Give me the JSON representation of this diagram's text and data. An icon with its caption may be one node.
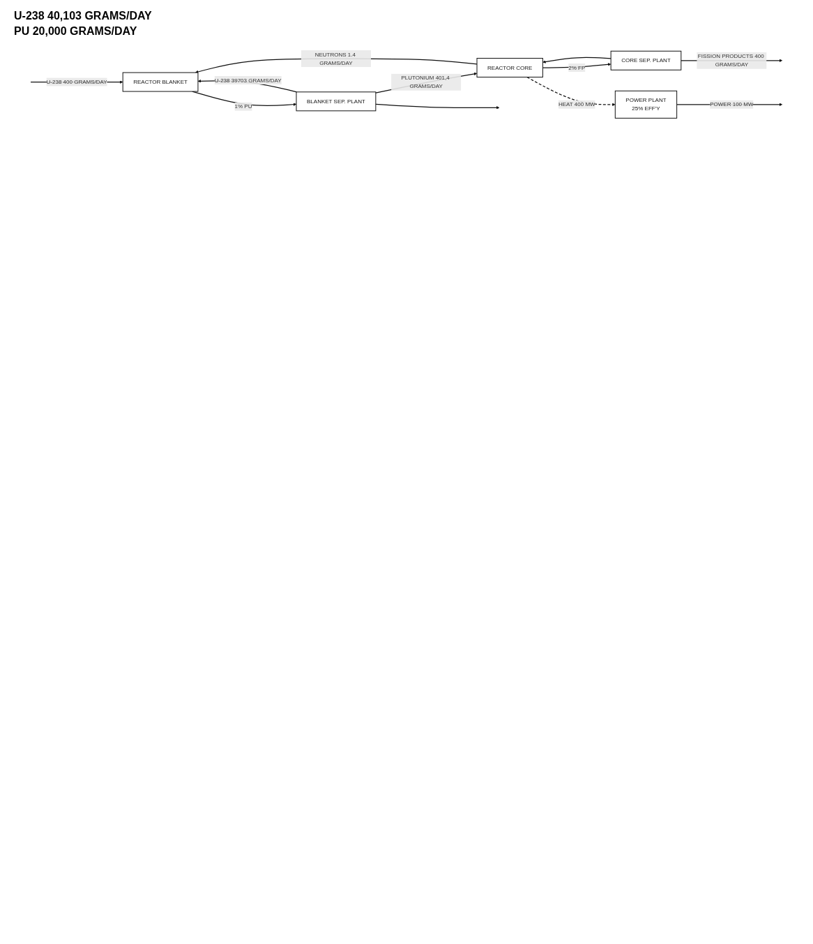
{
  "diagram": {
    "nodes": [
      {
        "text": [
          "REACTOR BLANKET"
        ]
      },
      {
        "text": [
          "BLANKET SEP. PLANT"
        ]
      },
      {
        "text": [
          "REACTOR CORE"
        ]
      },
      {
        "text": [
          "CORE SEP. PLANT"
        ]
      },
      {
        "text": [
          "POWER PLANT",
          "25% EFF'Y"
        ]
      }
    ],
    "edges": [
      {
        "from": null,
        "to": 0,
        "arrow": "to",
        "label": "U-238 400 GRAMS/DAY"
      },
      {
        "from": 1,
        "to": 0,
        "arrow": "to",
        "label": "U-238 39703 GRAMS/DAY"
      },
      {
        "from": 1,
        "to": 2,
        "arrow": "to",
        "label": "PLUTONIUM 401,4 GRAMS/DAY"
      },
      {
        "from": 3,
        "to": 2,
        "arrow": "to"
      },
      {
        "from": 0,
        "to": 1,
        "arrow": "to",
        "label": "1% PU"
      },
      {
        "from": 2,
        "to": 0,
        "arrow": "to",
        "label": "NEUTRONS 1.4 GRAMS/DAY"
      },
      {
        "from": 2,
        "to": 3,
        "arrow": "to",
        "label": "2% FP"
      },
      {
        "from": 1,
        "to": null,
        "arrow": "to"
      },
      {
        "from": 3,
        "to": null,
        "arrow": "to",
        "label": "FISSION PRODUCTS 400 GRAMS/DAY"
      },
      {
        "from": 2,
        "to": 4,
        "arrow": "to",
        "label": "HEAT 400 MW",
        "style": "dashed"
      },
      {
        "from": 4,
        "to": null,
        "arrow": "to",
        "label": "POWER 100 MW"
      }
    ],
    "labels": [
      "U-238 40,103 GRAMS/DAY",
      "PU 20,000 GRAMS/DAY"
    ]
  }
}
